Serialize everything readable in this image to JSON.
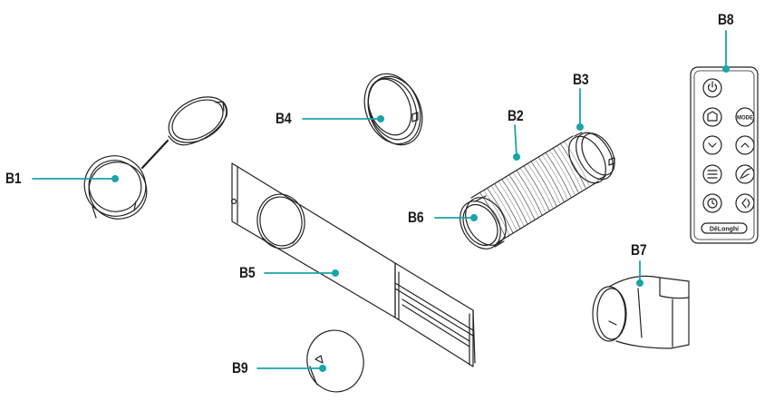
{
  "labels": {
    "b1": "B1",
    "b2": "B2",
    "b3": "B3",
    "b4": "B4",
    "b5": "B5",
    "b6": "B6",
    "b7": "B7",
    "b8": "B8",
    "b9": "B9"
  },
  "remote": {
    "mode_label": "MODE",
    "brand": "DēLonghi"
  },
  "colors": {
    "leader": "#1aa4aa",
    "line": "#222222",
    "text": "#1a1a1a"
  }
}
